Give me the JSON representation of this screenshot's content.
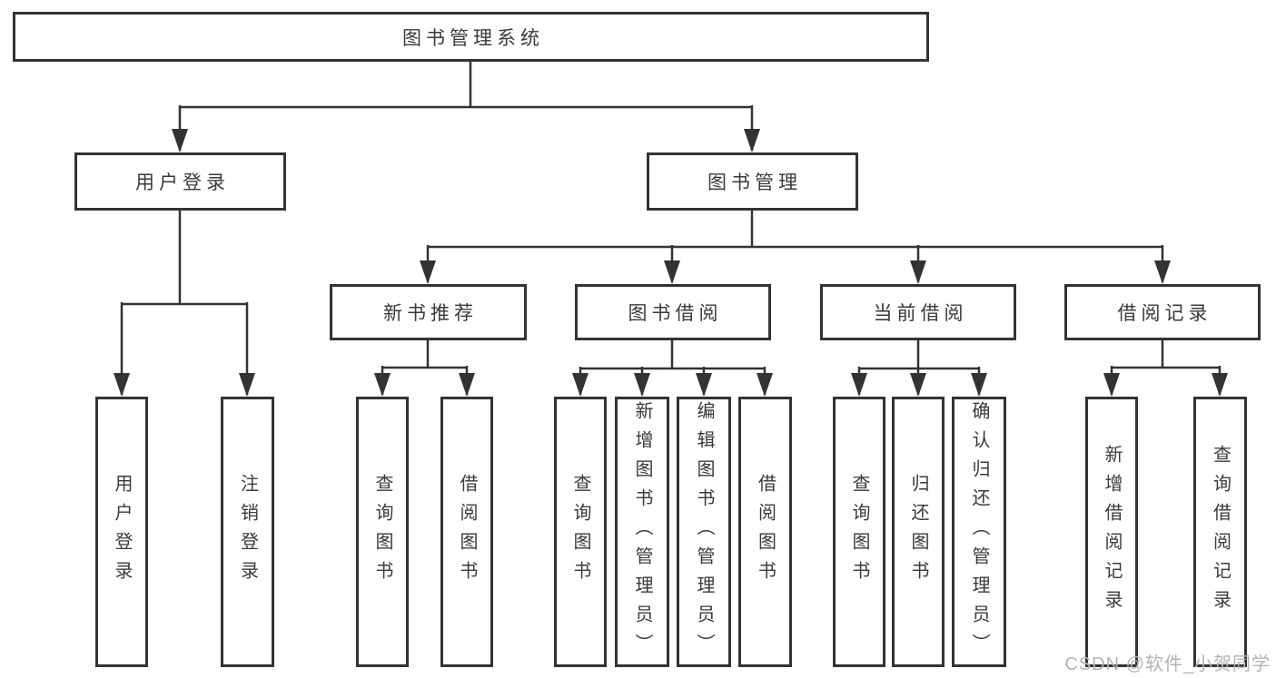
{
  "diagram": {
    "title": "图书管理系统",
    "level2": {
      "user_login": "用户登录",
      "book_management": "图书管理"
    },
    "level3": {
      "new_book_recommend": "新书推荐",
      "book_borrowing": "图书借阅",
      "current_borrowing": "当前借阅",
      "borrowing_records": "借阅记录"
    },
    "leaves": {
      "user_login": "用户登录",
      "logout": "注销登录",
      "nb_query_book": "查询图书",
      "nb_borrow_book": "借阅图书",
      "bb_query_book": "查询图书",
      "bb_add_book": "新增图书（管理员）",
      "bb_edit_book": "编辑图书（管理员）",
      "bb_borrow_book": "借阅图书",
      "cb_query_book": "查询图书",
      "cb_return_book": "归还图书",
      "cb_confirm_return": "确认归还（管理员）",
      "br_add_record": "新增借阅记录",
      "br_query_record": "查询借阅记录"
    },
    "structure": {
      "图书管理系统": {
        "用户登录": [
          "用户登录",
          "注销登录"
        ],
        "图书管理": {
          "新书推荐": [
            "查询图书",
            "借阅图书"
          ],
          "图书借阅": [
            "查询图书",
            "新增图书（管理员）",
            "编辑图书（管理员）",
            "借阅图书"
          ],
          "当前借阅": [
            "查询图书",
            "归还图书",
            "确认归还（管理员）"
          ],
          "借阅记录": [
            "新增借阅记录",
            "查询借阅记录"
          ]
        }
      }
    }
  },
  "watermark": "CSDN @软件_小贺同学",
  "colors": {
    "line": "#333333",
    "text": "#3a3a3a",
    "background": "#ffffff",
    "watermark": "#b3b3b3"
  }
}
